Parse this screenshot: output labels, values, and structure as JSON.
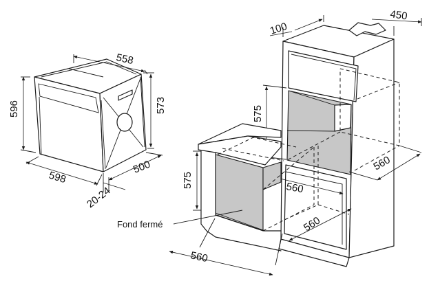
{
  "oven_labels": {
    "depth_top": "558",
    "height_left": "596",
    "height_right": "573",
    "width_bottom": "598",
    "depth_bottom": "500",
    "gap_bottom": "20-24"
  },
  "column_labels": {
    "top_gap": "100",
    "top_depth": "450",
    "niche_height": "575",
    "niche_depth": "560",
    "niche_width": "560"
  },
  "under_counter_labels": {
    "niche_height": "575",
    "niche_width": "560",
    "niche_depth": "560",
    "back_note": "Fond fermé"
  }
}
